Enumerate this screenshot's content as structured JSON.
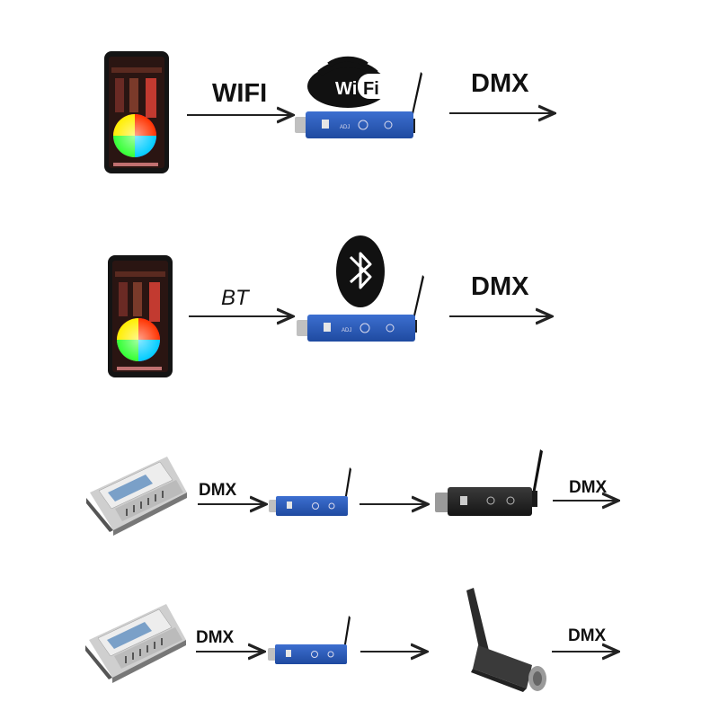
{
  "rows": [
    {
      "phone_label": "WIFI",
      "output_label": "DMX",
      "badge": "wifi-logo",
      "wifi_text_left": "Wi",
      "wifi_text_right": "Fi"
    },
    {
      "phone_label": "BT",
      "output_label": "DMX",
      "badge": "bluetooth-logo"
    },
    {
      "input_label": "DMX",
      "output_label": "DMX"
    },
    {
      "input_label": "DMX",
      "output_label": "DMX"
    }
  ],
  "colors": {
    "device_blue": "#2a59b8",
    "device_dark": "#1d1d1d",
    "phone_body": "#141414",
    "arrow": "#222222"
  },
  "icons": [
    "smartphone-icon",
    "dmx-wireless-transmitter",
    "dmx-wireless-receiver",
    "lighting-console",
    "antenna-dongle"
  ]
}
